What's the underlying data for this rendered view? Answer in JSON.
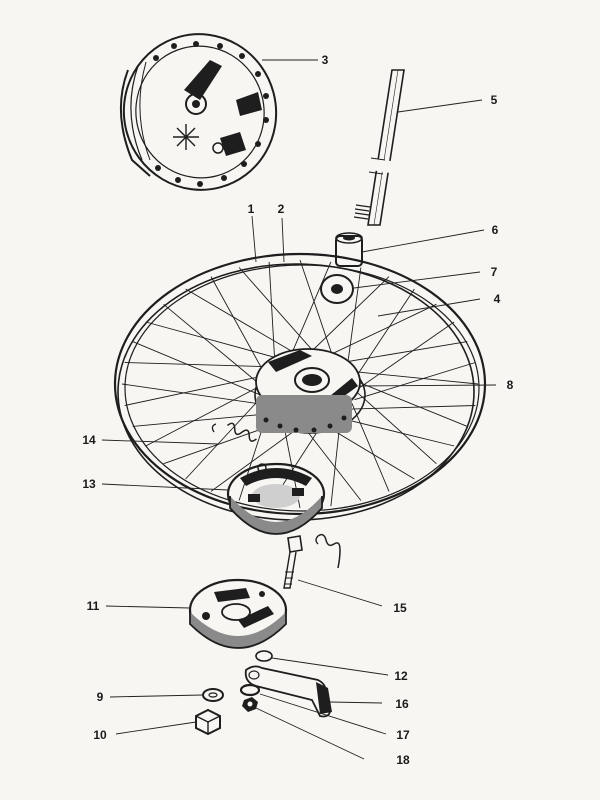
{
  "parts": [
    {
      "id": "1",
      "label": "1"
    },
    {
      "id": "2",
      "label": "2"
    },
    {
      "id": "3",
      "label": "3"
    },
    {
      "id": "4",
      "label": "4"
    },
    {
      "id": "5",
      "label": "5"
    },
    {
      "id": "6",
      "label": "6"
    },
    {
      "id": "7",
      "label": "7"
    },
    {
      "id": "8",
      "label": "8"
    },
    {
      "id": "9",
      "label": "9"
    },
    {
      "id": "10",
      "label": "10"
    },
    {
      "id": "11",
      "label": "11"
    },
    {
      "id": "12",
      "label": "12"
    },
    {
      "id": "13",
      "label": "13"
    },
    {
      "id": "14",
      "label": "14"
    },
    {
      "id": "15",
      "label": "15"
    },
    {
      "id": "16",
      "label": "16"
    },
    {
      "id": "17",
      "label": "17"
    },
    {
      "id": "18",
      "label": "18"
    }
  ]
}
